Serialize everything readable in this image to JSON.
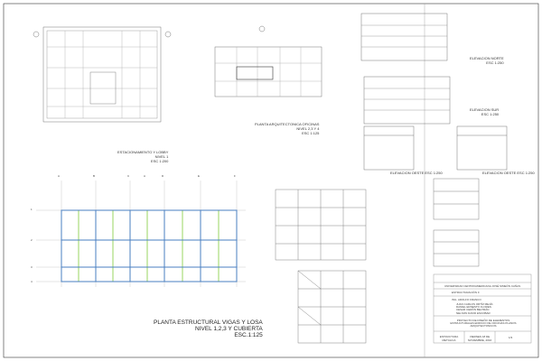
{
  "drawings": {
    "lobby": {
      "title": "ESTACIONAMIENTO Y LOBBY",
      "level": "NIVEL 1",
      "scale": "ESC 1:200"
    },
    "offices": {
      "title": "PLANTA ARQUITECTONICA  OFICINAS",
      "level": "NIVEL 2,3 Y 4",
      "scale": "ESC 1:125"
    },
    "north": {
      "title": "ELEVACION NORTE",
      "scale": "ESC 1:250"
    },
    "south": {
      "title": "ELEVACION  SUR",
      "scale": "ESC 1:250"
    },
    "west": {
      "title": "ELEVACION OESTE  ESC 1:250"
    },
    "east": {
      "title": "ELEVACION OESTE  ESC 1:250"
    },
    "structural": {
      "title": "PLANTA ESTRUCTURAL VIGAS Y LOSA",
      "level": "NIVEL 1,2,3 Y CUBIERTA",
      "scale": "ESC.1:125"
    },
    "grid_columns": [
      "A",
      "B",
      "C",
      "A",
      "D",
      "E",
      "F"
    ],
    "grid_rows": [
      "1",
      "2",
      "3",
      "4"
    ]
  },
  "title_block": {
    "institution": "UNIVERSIDAD CENTROAMERICANA JOSÉ SIMEÓN CAÑAS",
    "subject": "ESTRUCTURACIÓN II",
    "teacher": "ING. ADOLFO FRANCO",
    "students": [
      "JUAN CARLOS ORTÍZ MEJÍA",
      "DANIEL ERNESTO FLORES",
      "CESAR CERÓN BELTRÁN",
      "NELSON DAVID ESCOBAR"
    ],
    "content": "PROYECTO DE DISEÑO DE ELEMENTOS ESTRUCTURALES EDIFICIO DE OFICINAS PLANOS ARQUITECTONICOS",
    "type": "ESTRUCTURA METÁLICA",
    "date": "VIERNES 18 DE NOVIEMBRE, 2016",
    "sheet": "1/3"
  },
  "colors": {
    "beam": "#4a7fc1",
    "secondary": "#8fd14f",
    "line": "#555555"
  }
}
